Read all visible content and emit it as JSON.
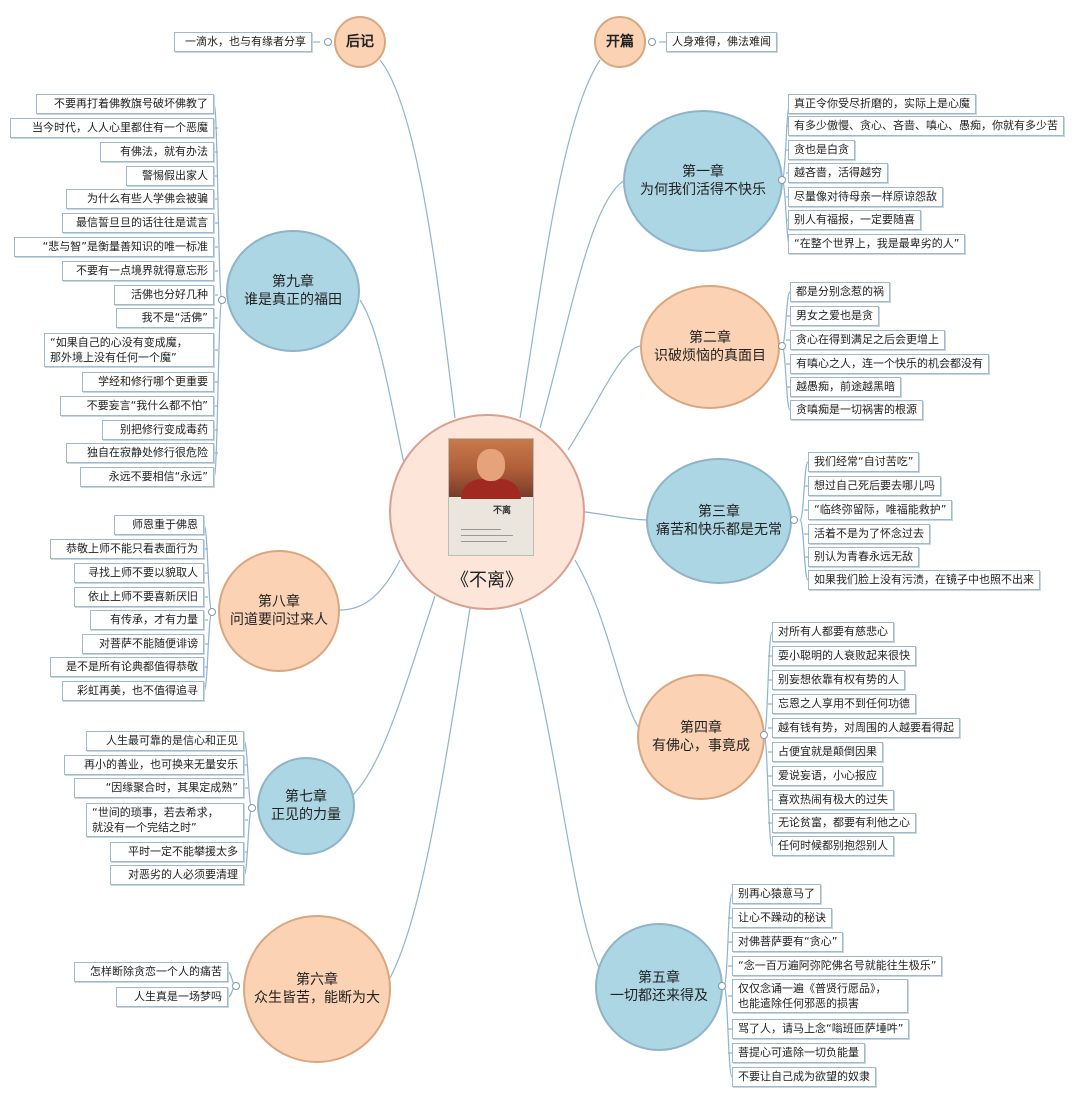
{
  "center": {
    "title": "《不离》",
    "cover_title": "不离"
  },
  "kaipian": {
    "label": "开篇",
    "items": [
      "人身难得，佛法难闻"
    ]
  },
  "houji": {
    "label": "后记",
    "items": [
      "一滴水，也与有缘者分享"
    ]
  },
  "ch1": {
    "line1": "第一章",
    "line2": "为何我们活得不快乐",
    "items": [
      "真正令你受尽折磨的，实际上是心魔",
      "有多少傲慢、贪心、吝啬、嗔心、愚痴，你就有多少苦",
      "贪也是白贪",
      "越吝啬，活得越穷",
      "尽量像对待母亲一样原谅怨敌",
      "别人有福报，一定要随喜",
      "“在整个世界上，我是最卑劣的人”"
    ]
  },
  "ch2": {
    "line1": "第二章",
    "line2": "识破烦恼的真面目",
    "items": [
      "都是分别念惹的祸",
      "男女之爱也是贪",
      "贪心在得到满足之后会更增上",
      "有嗔心之人，连一个快乐的机会都没有",
      "越愚痴，前途越黑暗",
      "贪嗔痴是一切祸害的根源"
    ]
  },
  "ch3": {
    "line1": "第三章",
    "line2": "痛苦和快乐都是无常",
    "items": [
      "我们经常“自讨苦吃”",
      "想过自己死后要去哪儿吗",
      "“临终弥留际，唯福能救护”",
      "活着不是为了怀念过去",
      "别认为青春永远无敌",
      "如果我们脸上没有污渍，在镜子中也照不出来"
    ]
  },
  "ch4": {
    "line1": "第四章",
    "line2": "有佛心，事竟成",
    "items": [
      "对所有人都要有慈悲心",
      "耍小聪明的人衰败起来很快",
      "别妄想依靠有权有势的人",
      "忘恩之人享用不到任何功德",
      "越有钱有势，对周围的人越要看得起",
      "占便宜就是颠倒因果",
      "爱说妄语，小心报应",
      "喜欢热闹有极大的过失",
      "无论贫富，都要有利他之心",
      "任何时候都别抱怨别人"
    ]
  },
  "ch5": {
    "line1": "第五章",
    "line2": "一切都还来得及",
    "items": [
      "别再心猿意马了",
      "让心不躁动的秘诀",
      "对佛菩萨要有“贪心”",
      "“念一百万遍阿弥陀佛名号就能往生极乐”",
      "仅仅念诵一遍《普贤行愿品》，",
      "也能遣除任何邪恶的损害",
      "骂了人，请马上念“嗡班匝萨埵吽”",
      "菩提心可遣除一切负能量",
      "不要让自己成为欲望的奴隶"
    ]
  },
  "ch6": {
    "line1": "第六章",
    "line2": "众生皆苦，能断为大",
    "items": [
      "怎样断除贪恋一个人的痛苦",
      "人生真是一场梦吗"
    ]
  },
  "ch7": {
    "line1": "第七章",
    "line2": "正见的力量",
    "items": [
      "人生最可靠的是信心和正见",
      "再小的善业，也可换来无量安乐",
      "“因缘聚合时，其果定成熟”",
      "“世间的琐事，若去希求，",
      "就没有一个完结之时”",
      "平时一定不能攀援太多",
      "对恶劣的人必须要清理"
    ]
  },
  "ch8": {
    "line1": "第八章",
    "line2": "问道要问过来人",
    "items": [
      "师恩重于佛恩",
      "恭敬上师不能只看表面行为",
      "寻找上师不要以貌取人",
      "依止上师不要喜新厌旧",
      "有传承，才有力量",
      "对菩萨不能随便诽谤",
      "是不是所有论典都值得恭敬",
      "彩虹再美，也不值得追寻"
    ]
  },
  "ch9": {
    "line1": "第九章",
    "line2": "谁是真正的福田",
    "items": [
      "不要再打着佛教旗号破坏佛教了",
      "当今时代，人人心里都住有一个恶魔",
      "有佛法，就有办法",
      "警惕假出家人",
      "为什么有些人学佛会被骗",
      "最信誓旦旦的话往往是谎言",
      "“悲与智”是衡量善知识的唯一标准",
      "不要有一点境界就得意忘形",
      "活佛也分好几种",
      "我不是“活佛”",
      "“如果自己的心没有变成魔，",
      "那外境上没有任何一个魔”",
      "学经和修行哪个更重要",
      "不要妄言“我什么都不怕”",
      "别把修行变成毒药",
      "独自在寂静处修行很危险",
      "永远不要相信“永远”"
    ]
  }
}
